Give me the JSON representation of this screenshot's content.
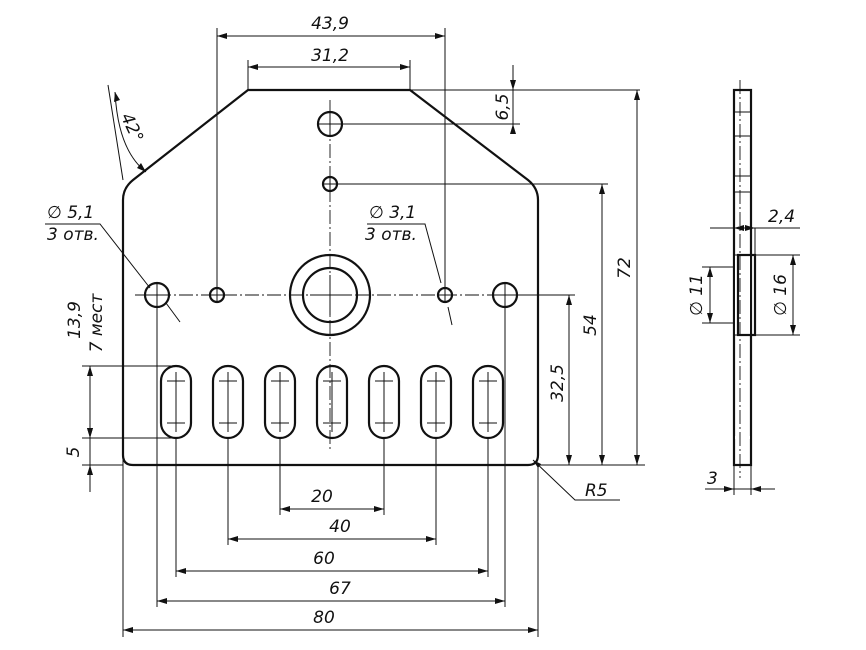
{
  "drawing": {
    "type": "technical drawing",
    "units": "mm",
    "dimensions": {
      "top_holes_span": "43,9",
      "top_edge": "31,2",
      "top_hole_offset": "6,5",
      "chamfer_angle": "42°",
      "hole_large_dia": "∅ 5,1",
      "hole_large_count": "3 отв.",
      "hole_small_dia": "∅ 3,1",
      "hole_small_count": "3 отв.",
      "slot_length": "13,9",
      "slot_count": "7 мест",
      "slot_bottom": "5",
      "height_total": "72",
      "height_small_hole": "54",
      "height_center": "32,5",
      "pitch_20": "20",
      "pitch_40": "40",
      "pitch_60": "60",
      "holes_span_67": "67",
      "width_total": "80",
      "corner_radius": "R5",
      "boss_inner_dia": "∅ 11",
      "boss_outer_dia": "∅ 16",
      "boss_offset": "2,4",
      "plate_thickness": "3"
    }
  }
}
